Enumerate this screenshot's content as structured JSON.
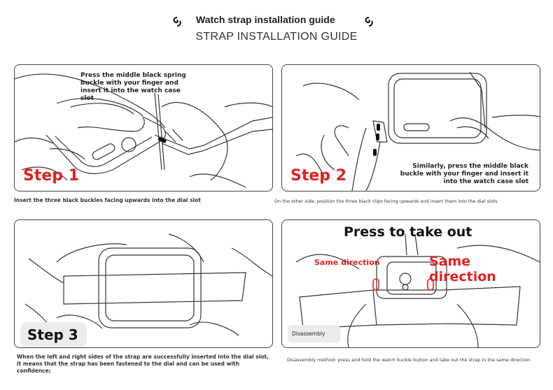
{
  "header": {
    "title": "Watch strap installation guide",
    "subtitle": "STRAP INSTALLATION GUIDE",
    "left_icon": "swirl-icon",
    "right_icon": "swirl-icon"
  },
  "steps": [
    {
      "label": "Step 1",
      "note": "Press the middle black spring buckle with your finger and insert it into the watch case slot",
      "caption": "Insert the three black buckles facing upwards into the dial slot"
    },
    {
      "label": "Step 2",
      "note": "Similarly, press the middle black buckle with your finger and insert it into the watch case slot",
      "caption": "On the other side, position the three black clips facing upwards and insert them into the dial slots"
    },
    {
      "label": "Step 3",
      "caption": "When the left and right sides of the strap are successfully inserted into the dial slot, it means that the strap has been fastened to the dial and can be used with confidence;"
    }
  ],
  "disassembly": {
    "press_title": "Press to take out",
    "direction_left": "Same direction",
    "direction_right": "Same direction",
    "badge": "Disassembly",
    "caption": "Disassembly method: press and hold the watch buckle button and take out the strap in the same direction"
  },
  "colors": {
    "accent_red": "#e0231f",
    "line": "#333333",
    "badge_bg": "#ececec"
  }
}
